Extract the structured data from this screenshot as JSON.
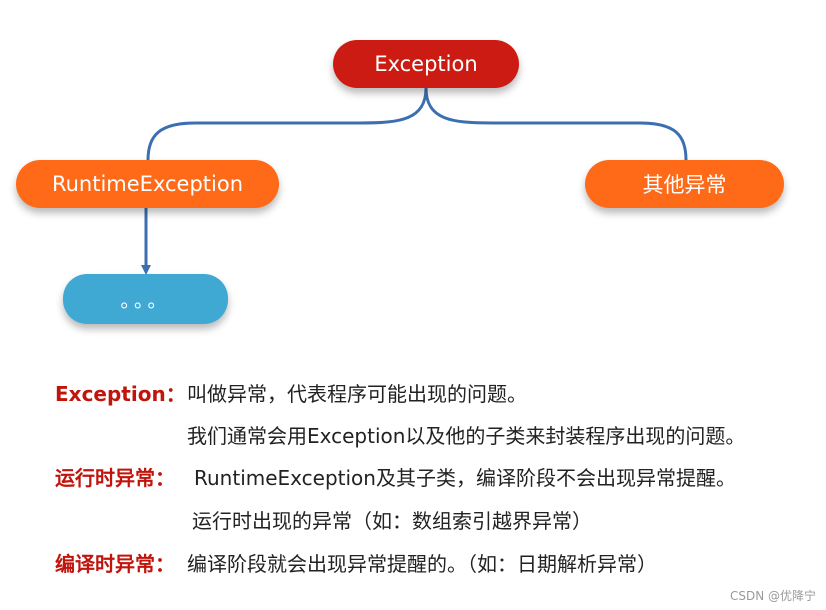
{
  "nodes": {
    "root": "Exception",
    "runtime": "RuntimeException",
    "other": "其他异常",
    "children": "。。。"
  },
  "descriptions": {
    "exception_label": "Exception：",
    "exception_text": "叫做异常，代表程序可能出现的问题。",
    "exception_text_2": "我们通常会用Exception以及他的子类来封装程序出现的问题。",
    "runtime_label": "运行时异常：",
    "runtime_text": "RuntimeException及其子类，编译阶段不会出现异常提醒。",
    "runtime_text_2": "运行时出现的异常（如：数组索引越界异常）",
    "compile_label": "编译时异常：",
    "compile_text": "编译阶段就会出现异常提醒的。（如：日期解析异常）"
  },
  "watermark": "CSDN @优降宁",
  "colors": {
    "root": "#cc1b12",
    "branch": "#ff6a18",
    "leaf": "#3fa9d4",
    "connector": "#3b6fb0",
    "label": "#c0140d"
  }
}
